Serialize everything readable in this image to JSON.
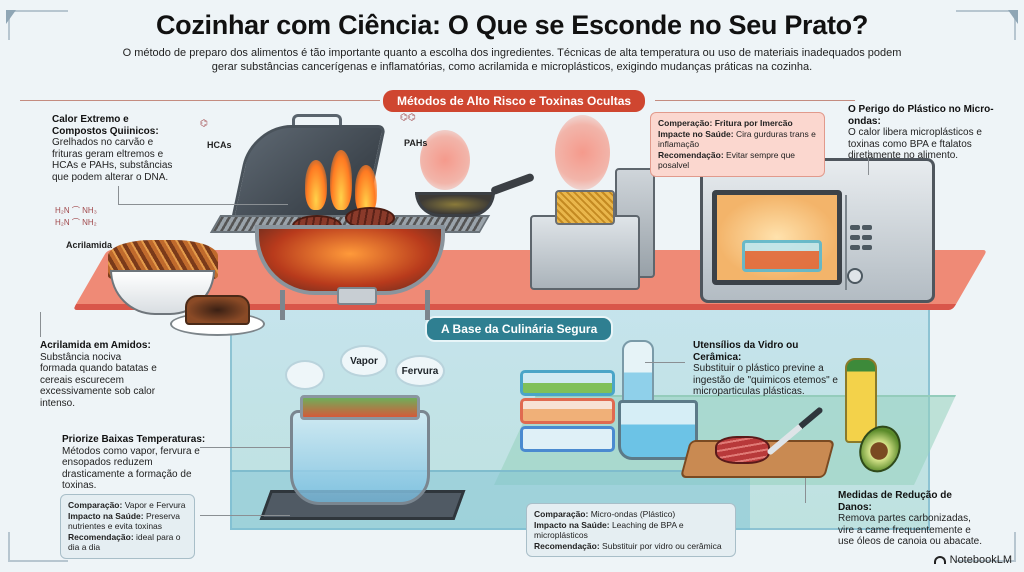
{
  "header": {
    "title": "Cozinhar com Ciência: O Que se Esconde no Seu Prato?",
    "subtitle": "O método de preparo dos alimentos é tão importante quanto a escolha dos ingredientes. Técnicas de alta temperatura ou uso de materiais inadequados podem gerar substâncias cancerígenas e inflamatórias, como acrilamida e microplásticos, exigindo mudanças práticas na cozinha."
  },
  "sections": {
    "high_risk": {
      "label": "Métodos de Alto Risco e Toxinas Ocultas",
      "color": "#cf4630"
    },
    "safe_base": {
      "label": "A Base da Culinária Segura",
      "color": "#2f7f91"
    }
  },
  "chemicals": {
    "hcas": "HCAs",
    "pahs": "PAHs",
    "acrylamide": "Acrilamida"
  },
  "clouds": {
    "vapor": "Vapor",
    "fervura": "Fervura"
  },
  "callouts": {
    "extreme_heat": {
      "title": "Calor Extremo e Compostos Quiinicos:",
      "body": "Grelhados no carvão e frituras geram eltremos e HCAs e PAHs, substâncias que podem alterar o DNA."
    },
    "acrylamide": {
      "title": "Acrilamida em Amidos:",
      "body": "Substância nociva formada quando batatas e cereais escurecem excessivamente sob calor intenso."
    },
    "microwave_plastic": {
      "title": "O Perigo do Plástico no Micro-ondas:",
      "body": "O calor libera microplásticos e toxinas como BPA e ftalatos diretamente no alimento."
    },
    "low_temp": {
      "title": "Priorize Baixas Temperaturas:",
      "body": "Métodos como vapor, fervura e ensopados reduzem drasticamente a formação de toxinas."
    },
    "glass_ceramic": {
      "title": "Utensílios da Vidro ou Cerâmica:",
      "body": "Substituir o plástico previne a ingestão de \"quimicos etemos\" e microparticulas plásticas."
    },
    "harm_reduction": {
      "title": "Medidas de Redução de Danos:",
      "body": "Remova partes carbonizadas, vire a came frequentemente e use óleos de canoia ou abacate."
    }
  },
  "info_boxes": {
    "frying": {
      "comparison_label": "Comperação:",
      "comparison_value": "Fritura por Imercão",
      "impact_label": "Impacte no Saúde:",
      "impact_value": "Cira gurduras trans e inflamação",
      "recommendation_label": "Recomendação:",
      "recommendation_value": "Evitar sempre que posalvel"
    },
    "steam_boil": {
      "comparison_label": "Comparação:",
      "comparison_value": "Vapor e Fervura",
      "impact_label": "Impacto na Saúde:",
      "impact_value": "Preserva nutrientes e evita toxinas",
      "recommendation_label": "Recomendação:",
      "recommendation_value": "ideal para o dia a dia"
    },
    "microwave": {
      "comparison_label": "Comparação:",
      "comparison_value": "Micro-ondas (Plástico)",
      "impact_label": "Impacto na Saúde:",
      "impact_value": "Leaching de BPA e microplásticos",
      "recommendation_label": "Recomendação:",
      "recommendation_value": "Substituir por vidro ou cerâmica"
    }
  },
  "brand": {
    "label": "NotebookLM"
  },
  "colors": {
    "background": "#eef4f7",
    "counter_red": "#ef8a76",
    "glass_teal": "#8dc3d3",
    "info_red_bg": "#fbd7cf",
    "info_blue_bg": "#e5eef2"
  }
}
